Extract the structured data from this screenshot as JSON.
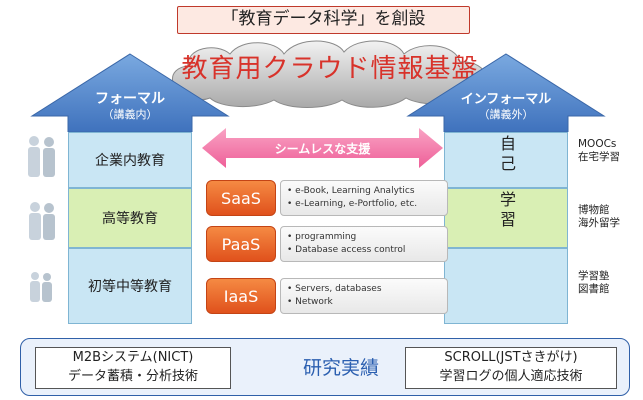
{
  "title": "「教育データ科学」を創設",
  "cloud_label": "教育用クラウド情報基盤",
  "left_arrow": {
    "heading": "フォーマル",
    "sub": "（講義内）",
    "cells": [
      "企業内教育",
      "高等教育",
      "初等中等教育"
    ]
  },
  "right_arrow": {
    "heading": "インフォーマル",
    "sub": "（講義外）",
    "vertical_text_top": "自己",
    "vertical_text_mid": "学習",
    "side_labels": [
      {
        "line1": "MOOCs",
        "line2": "在宅学習"
      },
      {
        "line1": "博物館",
        "line2": "海外留学"
      },
      {
        "line1": "学習塾",
        "line2": "図書館"
      }
    ]
  },
  "seamless_label": "シームレスな支援",
  "services": [
    {
      "name": "SaaS",
      "items": [
        "e-Book, Learning Analytics",
        "e-Learning, e-Portfolio, etc."
      ]
    },
    {
      "name": "PaaS",
      "items": [
        "programming",
        "Database access control"
      ]
    },
    {
      "name": "IaaS",
      "items": [
        "Servers, databases",
        "Network"
      ]
    }
  ],
  "bottom": {
    "left_line1": "M2Bシステム(NICT)",
    "left_line2": "データ蓄積・分析技術",
    "center": "研究実績",
    "right_line1": "SCROLL(JSTさきがけ)",
    "right_line2": "学習ログの個人適応技術"
  },
  "colors": {
    "arrow_blue": "#5b8fd0",
    "cell_blue": "#c9e6f4",
    "cell_green": "#d9efb4",
    "accent_red": "#d8322a",
    "service_orange": "#e9672a",
    "seamless_pink": "#f27aa8"
  }
}
